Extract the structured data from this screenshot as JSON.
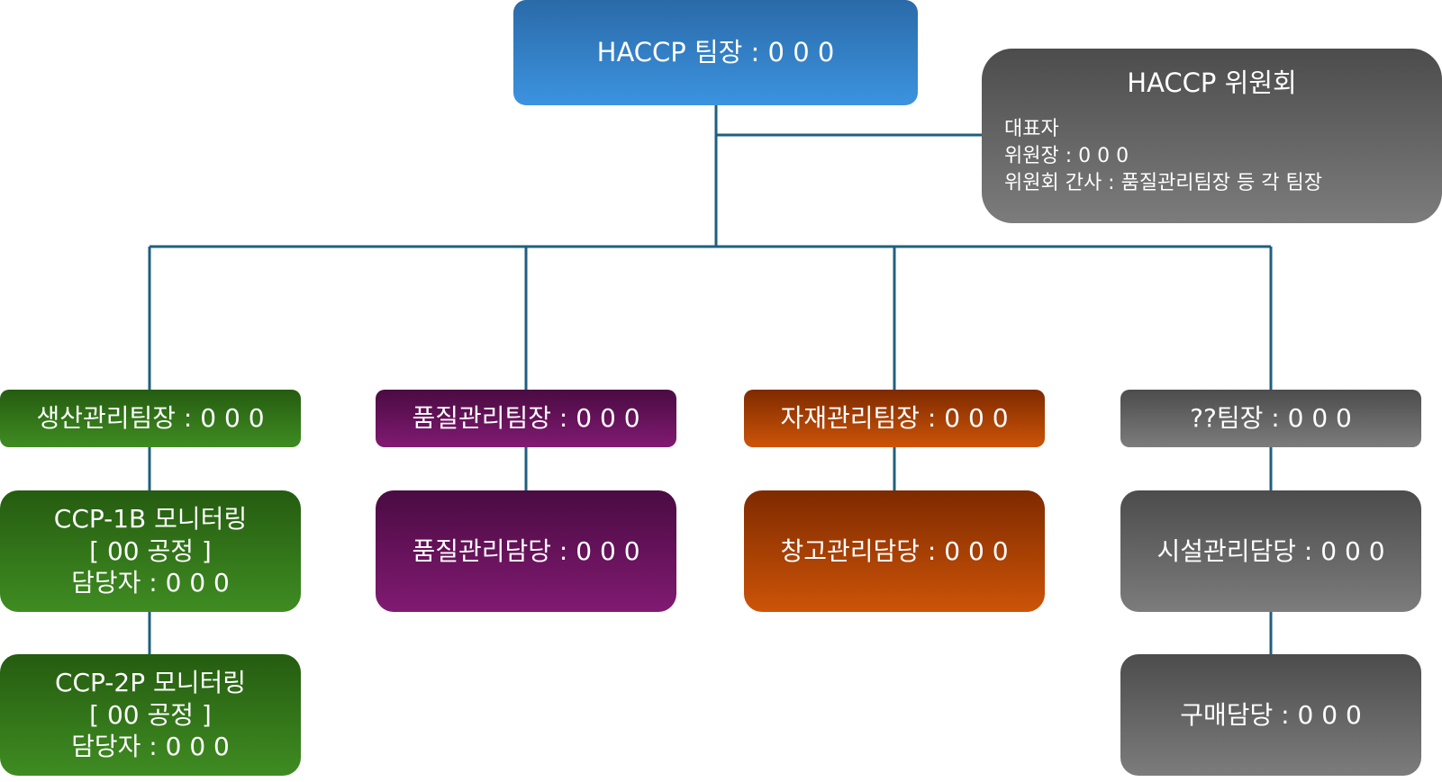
{
  "leader": {
    "text": "HACCP 팀장 : 0 0 0"
  },
  "committee": {
    "title": "HACCP 위원회",
    "lines": [
      "대표자",
      "위원장 : 0 0 0",
      "위원회 간사 : 품질관리팀장 등 각 팀장"
    ]
  },
  "teams": [
    {
      "head": "생산관리팀장 : 0 0 0",
      "members": [
        {
          "lines": [
            "CCP-1B 모니터링",
            "[ 00 공정 ]",
            "담당자 : 0 0 0"
          ]
        },
        {
          "lines": [
            "CCP-2P 모니터링",
            "[ 00 공정 ]",
            "담당자 : 0 0 0"
          ]
        }
      ]
    },
    {
      "head": "품질관리팀장 : 0 0 0",
      "members": [
        {
          "lines": [
            "품질관리담당 : 0 0 0"
          ]
        }
      ]
    },
    {
      "head": "자재관리팀장 : 0 0 0",
      "members": [
        {
          "lines": [
            "창고관리담당 : 0 0 0"
          ]
        }
      ]
    },
    {
      "head": "??팀장 : 0 0 0",
      "members": [
        {
          "lines": [
            "시설관리담당 : 0 0 0"
          ]
        },
        {
          "lines": [
            "구매담당 : 0 0 0"
          ]
        }
      ]
    }
  ],
  "colors": {
    "connector": "#1f5f7f",
    "leader": "#3a8fdc",
    "committee": "#666666",
    "production": "#3a8520",
    "quality": "#7a1a6c",
    "materials": "#c44f0a",
    "facilities": "#6a6a6a"
  }
}
